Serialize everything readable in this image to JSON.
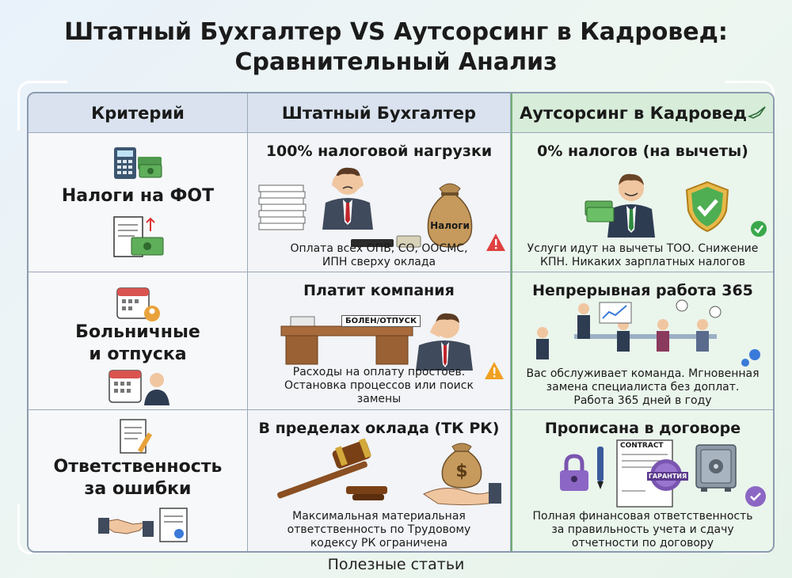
{
  "title": {
    "line1": "Штатный Бухгалтер VS Аутсорсинг в Кадровед:",
    "line2": "Сравнительный Анализ"
  },
  "headers": [
    "Критерий",
    "Штатный Бухгалтер",
    "Аутсорсинг в Кадровед"
  ],
  "rows": [
    {
      "criterion": [
        "Налоги на ФОТ",
        ""
      ],
      "staff": {
        "title": "100% налоговой нагрузки",
        "bag_label": "Налоги",
        "desc": [
          "Оплата всех ОПВ, СО, ООСМС,",
          "ИПН сверху оклада"
        ]
      },
      "outsource": {
        "title": "0% налогов (на вычеты)",
        "desc": [
          "Услуги идут на вычеты ТОО. Снижение",
          "КПН. Никаких зарплатных налогов"
        ]
      }
    },
    {
      "criterion": [
        "Больничные",
        "и отпуска"
      ],
      "staff": {
        "title": "Платит компания",
        "sign_label": "БОЛЕН/ОТПУСК",
        "desc": [
          "Расходы на оплату простоев.",
          "Остановка процессов или поиск",
          "замены"
        ]
      },
      "outsource": {
        "title": "Непрерывная работа 365",
        "desc": [
          "Вас обслуживает команда. Мгновенная",
          "замена специалиста без доплат.",
          "Работа 365 дней в году"
        ]
      }
    },
    {
      "criterion": [
        "Ответственность",
        "за ошибки"
      ],
      "staff": {
        "title": "В пределах оклада (ТК РК)",
        "desc": [
          "Максимальная материальная",
          "ответственность по Трудовому",
          "кодексу РК ограничена"
        ]
      },
      "outsource": {
        "title": "Прописана в договоре",
        "contract_label": "CONTRACT",
        "stamp_label": "ГАРАНТИЯ",
        "desc": [
          "Полная финансовая ответственность",
          "за правильность учета и сдачу",
          "отчетности по договору"
        ]
      }
    }
  ],
  "footer": "Полезные статьи",
  "colors": {
    "accent_green": "#6fae75",
    "warning": "#e04040",
    "check": "#3aa84a",
    "header_bg": "#d9e2ee"
  }
}
